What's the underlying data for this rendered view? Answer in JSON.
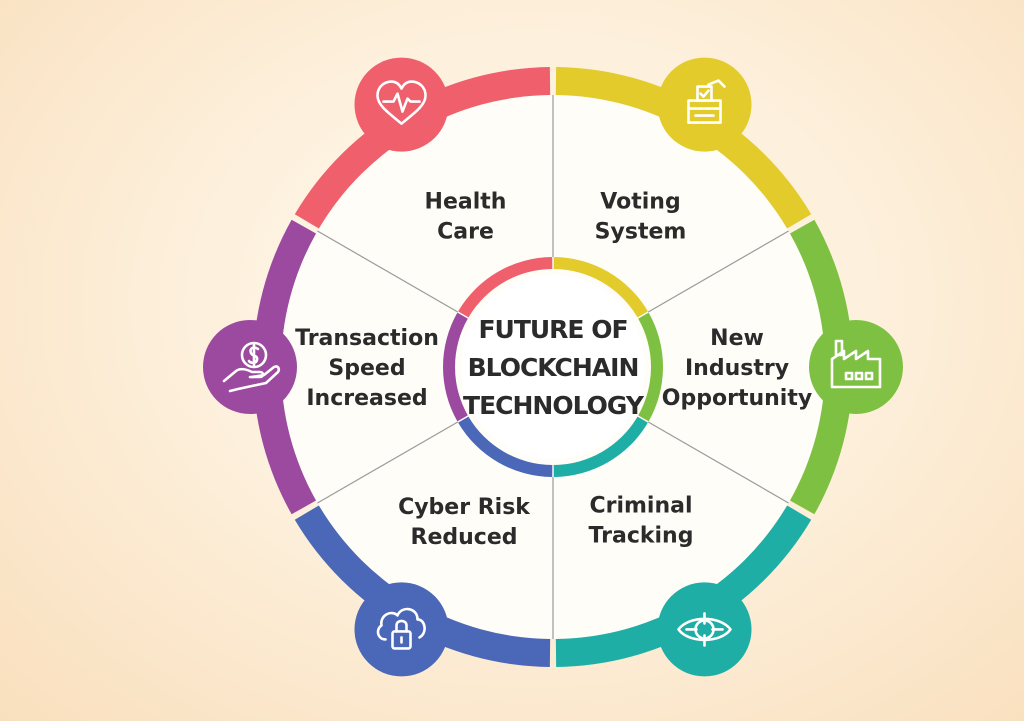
{
  "center": {
    "line1": "FUTURE OF",
    "line2": "BLOCKCHAIN",
    "line3": "TECHNOLOGY"
  },
  "segments": [
    {
      "id": "health-care",
      "lines": [
        "Health",
        "Care"
      ],
      "color": "#ef5f6c",
      "icon": "heart-pulse-icon"
    },
    {
      "id": "voting-system",
      "lines": [
        "Voting",
        "System"
      ],
      "color": "#e2cb2b",
      "icon": "ballot-box-icon"
    },
    {
      "id": "new-industry-opportunity",
      "lines": [
        "New",
        "Industry",
        "Opportunity"
      ],
      "color": "#7ec142",
      "icon": "factory-icon"
    },
    {
      "id": "criminal-tracking",
      "lines": [
        "Criminal",
        "Tracking"
      ],
      "color": "#1eaea6",
      "icon": "eye-target-icon"
    },
    {
      "id": "cyber-risk-reduced",
      "lines": [
        "Cyber Risk",
        "Reduced"
      ],
      "color": "#4a67b8",
      "icon": "cloud-lock-icon"
    },
    {
      "id": "transaction-speed-increased",
      "lines": [
        "Transaction",
        "Speed",
        "Increased"
      ],
      "color": "#9b4aa0",
      "icon": "hand-coin-icon"
    }
  ],
  "colors": {
    "disc": "#fffdf8",
    "divider": "#9a9a9a",
    "text": "#2b2b2b"
  }
}
